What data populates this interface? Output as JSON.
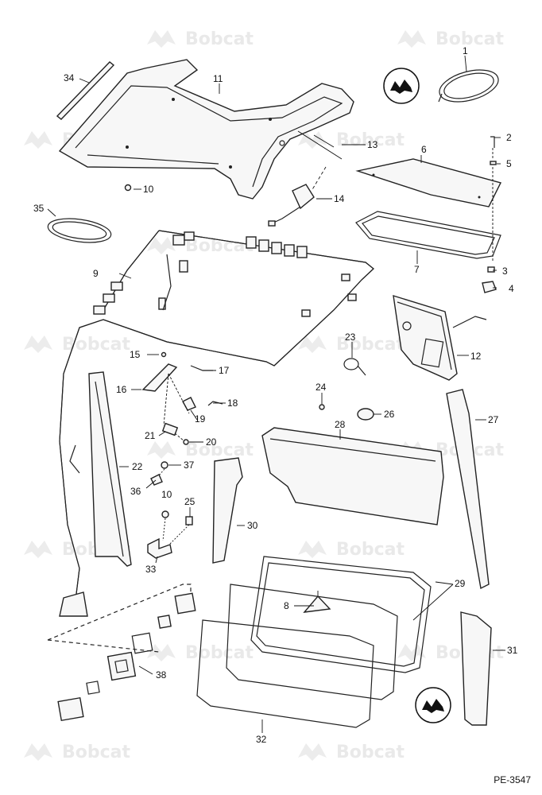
{
  "watermark": {
    "text": "Bobcat"
  },
  "doc_id": "PE-3547",
  "callouts": [
    "1",
    "2",
    "3",
    "4",
    "5",
    "6",
    "7",
    "8",
    "9",
    "10",
    "10",
    "11",
    "12",
    "13",
    "14",
    "15",
    "16",
    "17",
    "18",
    "19",
    "20",
    "21",
    "22",
    "23",
    "24",
    "25",
    "26",
    "27",
    "28",
    "29",
    "30",
    "31",
    "32",
    "33",
    "34",
    "35",
    "36",
    "37",
    "38"
  ],
  "icons": {
    "attention": "seal-hand-icon"
  }
}
